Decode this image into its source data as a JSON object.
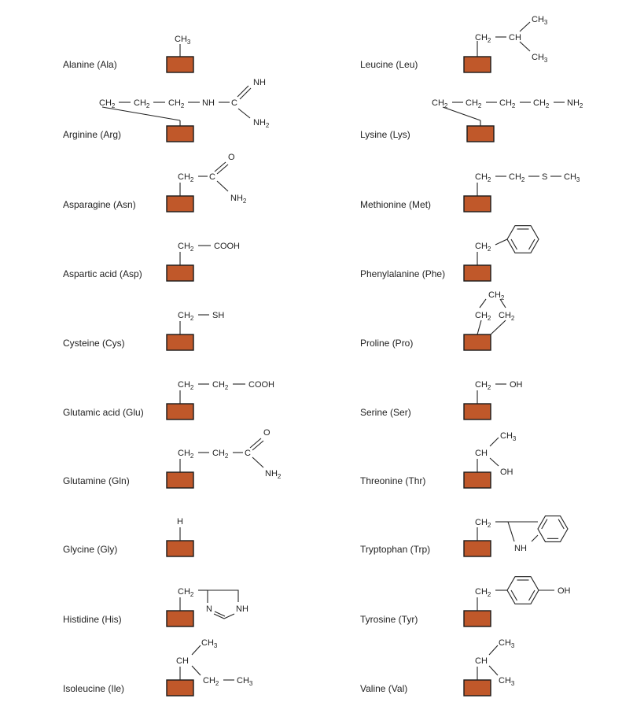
{
  "colors": {
    "block": "#c0582a",
    "outline": "#1a1a1a",
    "text": "#222222"
  },
  "amino_acids": {
    "ala": {
      "name": "Alanine (Ala)",
      "ch3": "CH3"
    },
    "arg": {
      "name": "Arginine (Arg)",
      "ch2": "CH2",
      "nh": "NH",
      "c": "C",
      "imine": "NH",
      "nh2": "NH2"
    },
    "asn": {
      "name": "Asparagine (Asn)",
      "ch2": "CH2",
      "c": "C",
      "o": "O",
      "nh2": "NH2"
    },
    "asp": {
      "name": "Aspartic acid (Asp)",
      "ch2": "CH2",
      "cooh": "COOH"
    },
    "cys": {
      "name": "Cysteine (Cys)",
      "ch2": "CH2",
      "sh": "SH"
    },
    "glu": {
      "name": "Glutamic acid (Glu)",
      "ch2": "CH2",
      "cooh": "COOH"
    },
    "gln": {
      "name": "Glutamine (Gln)",
      "ch2": "CH2",
      "c": "C",
      "o": "O",
      "nh2": "NH2"
    },
    "gly": {
      "name": "Glycine (Gly)",
      "h": "H"
    },
    "his": {
      "name": "Histidine (His)",
      "ch2": "CH2",
      "n": "N",
      "nh": "NH"
    },
    "ile": {
      "name": "Isoleucine (Ile)",
      "ch": "CH",
      "ch3": "CH3",
      "ch2": "CH2"
    },
    "leu": {
      "name": "Leucine (Leu)",
      "ch2": "CH2",
      "ch": "CH",
      "ch3": "CH3"
    },
    "lys": {
      "name": "Lysine (Lys)",
      "ch2": "CH2",
      "nh2": "NH2"
    },
    "met": {
      "name": "Methionine (Met)",
      "ch2": "CH2",
      "s": "S",
      "ch3": "CH3"
    },
    "phe": {
      "name": "Phenylalanine (Phe)",
      "ch2": "CH2"
    },
    "pro": {
      "name": "Proline (Pro)",
      "ch2": "CH2"
    },
    "ser": {
      "name": "Serine (Ser)",
      "ch2": "CH2",
      "oh": "OH"
    },
    "thr": {
      "name": "Threonine (Thr)",
      "ch": "CH",
      "ch3": "CH3",
      "oh": "OH"
    },
    "trp": {
      "name": "Tryptophan (Trp)",
      "ch2": "CH2",
      "nh": "NH"
    },
    "tyr": {
      "name": "Tyrosine (Tyr)",
      "ch2": "CH2",
      "oh": "OH"
    },
    "val": {
      "name": "Valine (Val)",
      "ch": "CH",
      "ch3": "CH3"
    }
  }
}
